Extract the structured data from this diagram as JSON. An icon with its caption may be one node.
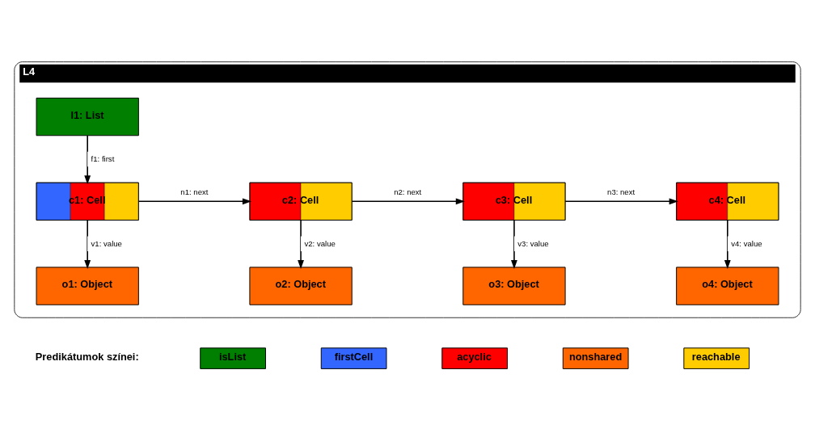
{
  "diagram": {
    "nodes": [
      {
        "text": [
          "L4"
        ]
      },
      {
        "text": [
          "l1: List"
        ],
        "in": 0
      },
      {
        "text": [
          "c1: Cell"
        ],
        "in": 0
      },
      {
        "text": [
          "c2: Cell"
        ],
        "in": 0
      },
      {
        "text": [
          "c3: Cell"
        ],
        "in": 0
      },
      {
        "text": [
          "c4: Cell"
        ],
        "in": 0
      },
      {
        "text": [
          "o1: Object"
        ],
        "in": 0
      },
      {
        "text": [
          "o2: Object"
        ],
        "in": 0
      },
      {
        "text": [
          "o3: Object"
        ],
        "in": 0
      },
      {
        "text": [
          "o4: Object"
        ],
        "in": 0
      }
    ],
    "edges": [
      {
        "from": 1,
        "to": 2,
        "arrow": "to",
        "label": "f1: first"
      },
      {
        "from": 2,
        "to": 3,
        "arrow": "to",
        "label": "n1: next"
      },
      {
        "from": 3,
        "to": 4,
        "arrow": "to",
        "label": "n2: next"
      },
      {
        "from": 4,
        "to": 5,
        "arrow": "to",
        "label": "n3: next"
      },
      {
        "from": 2,
        "to": 6,
        "arrow": "to",
        "label": "v1: value"
      },
      {
        "from": 3,
        "to": 7,
        "arrow": "to",
        "label": "v2: value"
      },
      {
        "from": 4,
        "to": 8,
        "arrow": "to",
        "label": "v3: value"
      },
      {
        "from": 5,
        "to": 9,
        "arrow": "to",
        "label": "v4: value"
      }
    ],
    "labels": [
      "Predikátumok színei:"
    ],
    "legend": [
      {
        "text": "isList",
        "color": "#007f00"
      },
      {
        "text": "firstCell",
        "color": "#3366ff"
      },
      {
        "text": "acyclic",
        "color": "#ff0000"
      },
      {
        "text": "nonshared",
        "color": "#ff6600"
      },
      {
        "text": "reachable",
        "color": "#ffcc00"
      }
    ]
  }
}
